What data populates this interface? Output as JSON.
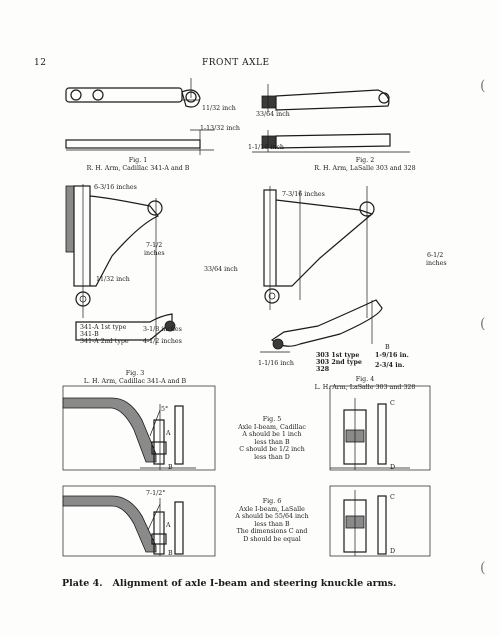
{
  "page": {
    "number": "12",
    "title": "FRONT AXLE"
  },
  "fig1": {
    "dim_top": "11/32 inch",
    "dim_bottom": "1-13/32 inch",
    "caption_1": "Fig. 1",
    "caption_2": "R. H. Arm, Cadillac 341-A and B"
  },
  "fig2": {
    "dim_top": "33/64 inch",
    "dim_bottom": "1-1/16 inch",
    "caption_1": "Fig. 2",
    "caption_2": "R. H. Arm, LaSalle 303 and 328"
  },
  "fig3": {
    "dim_top": "6-3/16 inches",
    "dim_mid_1": "7-1/2",
    "dim_mid_2": "inches",
    "dim_left": "11/32 inch",
    "table": [
      {
        "model": "341-A 1st type",
        "value": "3-1/8 inches"
      },
      {
        "model": "341-B",
        "value": ""
      },
      {
        "model": "341-A 2nd type",
        "value": "4-1/2 inches"
      }
    ],
    "caption_1": "Fig. 3",
    "caption_2": "L. H. Arm, Cadillac 341-A and B"
  },
  "fig4": {
    "dim_top": "7-3/16 inches",
    "dim_left": "33/64 inch",
    "dim_right_1": "6-1/2",
    "dim_right_2": "inches",
    "dim_bottom": "1-1/16 inch",
    "letter": "B",
    "table": [
      {
        "model": "303 1st type",
        "value": "1-9/16 in."
      },
      {
        "model": "303 2nd type",
        "value": "2-3/4 in."
      },
      {
        "model": "328",
        "value": ""
      }
    ],
    "caption_1": "Fig. 4",
    "caption_2": "L. H. Arm, LaSalle 303 and 328"
  },
  "fig5": {
    "angle": "5°",
    "letters": [
      "A",
      "B",
      "C",
      "D"
    ],
    "caption": [
      "Fig. 5",
      "Axle I-beam, Cadillac",
      "A should be 1 inch",
      "less than B",
      "C should be 1/2 inch",
      "less than D"
    ]
  },
  "fig6": {
    "angle": "7-1/2°",
    "letters": [
      "A",
      "B",
      "C",
      "D"
    ],
    "caption": [
      "Fig. 6",
      "Axle I-beam, LaSalle",
      "A should be 55/64 inch",
      "less than B",
      "The dimensions C and",
      "D should be equal"
    ]
  },
  "plate_caption": "Plate 4.   Alignment of axle I-beam and steering knuckle arms."
}
